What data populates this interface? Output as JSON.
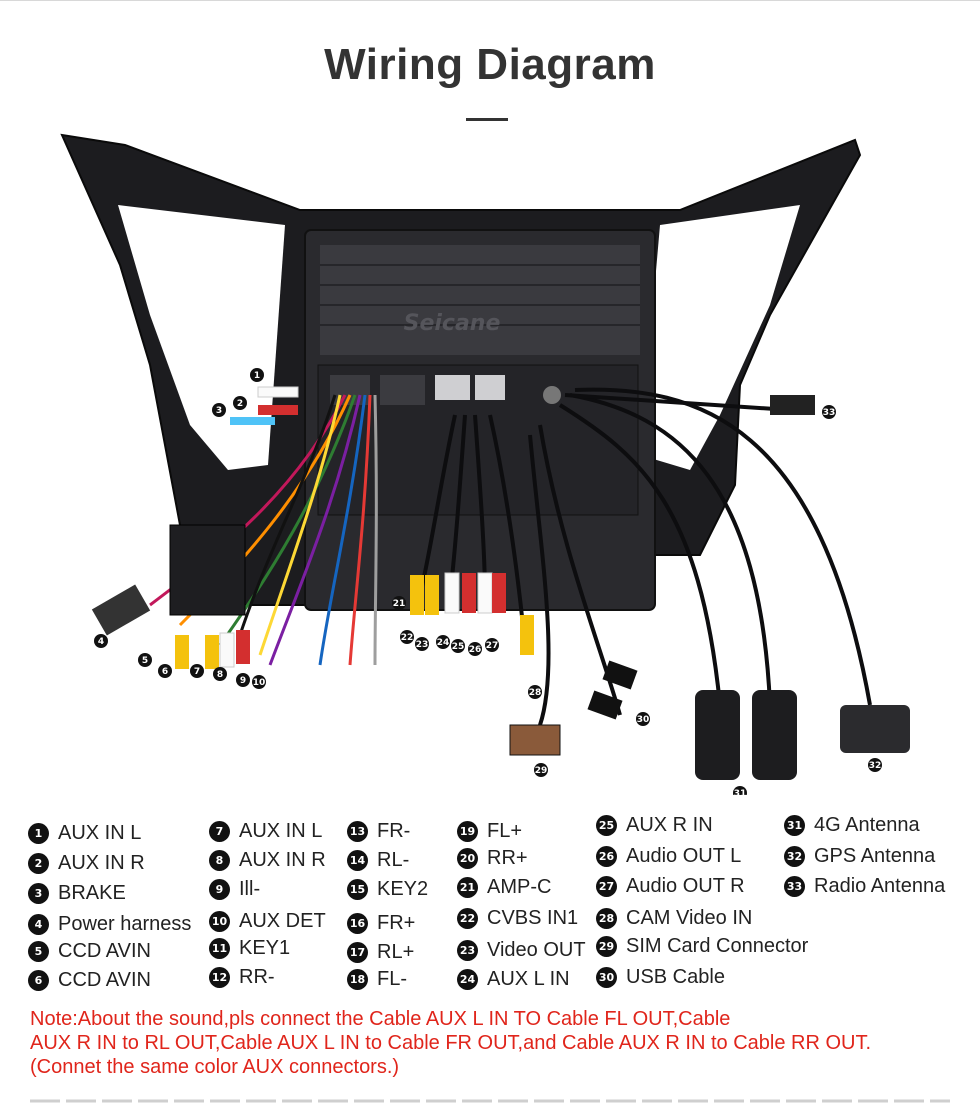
{
  "title": "Wiring Diagram",
  "brand_watermark": "Seicane",
  "legend": [
    {
      "num": "1",
      "label": "AUX IN L"
    },
    {
      "num": "2",
      "label": "AUX IN R"
    },
    {
      "num": "3",
      "label": "BRAKE"
    },
    {
      "num": "4",
      "label": "Power harness"
    },
    {
      "num": "5",
      "label": "CCD AVIN"
    },
    {
      "num": "6",
      "label": "CCD AVIN"
    },
    {
      "num": "7",
      "label": "AUX IN L"
    },
    {
      "num": "8",
      "label": "AUX IN R"
    },
    {
      "num": "9",
      "label": "Ill-"
    },
    {
      "num": "10",
      "label": "AUX DET"
    },
    {
      "num": "11",
      "label": "KEY1"
    },
    {
      "num": "12",
      "label": "RR-"
    },
    {
      "num": "13",
      "label": "FR-"
    },
    {
      "num": "14",
      "label": "RL-"
    },
    {
      "num": "15",
      "label": "KEY2"
    },
    {
      "num": "16",
      "label": "FR+"
    },
    {
      "num": "17",
      "label": "RL+"
    },
    {
      "num": "18",
      "label": "FL-"
    },
    {
      "num": "19",
      "label": "FL+"
    },
    {
      "num": "20",
      "label": "RR+"
    },
    {
      "num": "21",
      "label": "AMP-C"
    },
    {
      "num": "22",
      "label": "CVBS IN1"
    },
    {
      "num": "23",
      "label": "Video OUT"
    },
    {
      "num": "24",
      "label": "AUX L IN"
    },
    {
      "num": "25",
      "label": "AUX R IN"
    },
    {
      "num": "26",
      "label": "Audio OUT L"
    },
    {
      "num": "27",
      "label": "Audio OUT R"
    },
    {
      "num": "28",
      "label": "CAM Video IN"
    },
    {
      "num": "29",
      "label": "SIM Card Connector"
    },
    {
      "num": "30",
      "label": "USB Cable"
    },
    {
      "num": "31",
      "label": "4G Antenna"
    },
    {
      "num": "32",
      "label": "GPS Antenna"
    },
    {
      "num": "33",
      "label": "Radio Antenna"
    }
  ],
  "note": {
    "line1": "Note:About the sound,pls connect the Cable AUX L IN TO Cable FL OUT,Cable",
    "line2": "AUX R IN to RL OUT,Cable AUX L IN to Cable FR OUT,and Cable AUX R IN to Cable RR OUT.",
    "line3": "(Connet the same color AUX connectors.)"
  },
  "colors": {
    "note_red": "#e0251b",
    "badge": "#111111",
    "frame": "#1c1c1f"
  }
}
